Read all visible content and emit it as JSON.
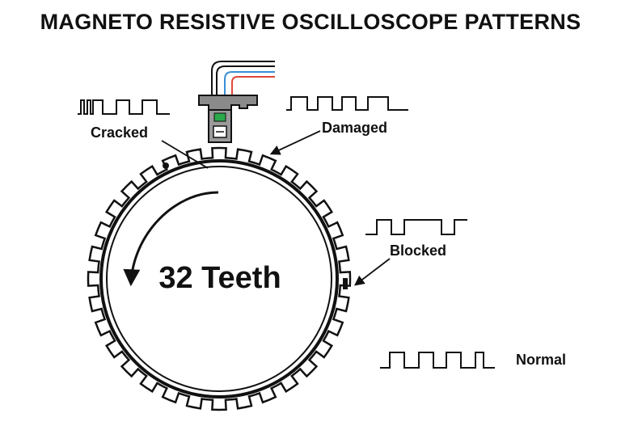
{
  "title": "MAGNETO RESISTIVE OSCILLOSCOPE PATTERNS",
  "center_label": "32 Teeth",
  "tooth_count": 32,
  "labels": {
    "cracked": "Cracked",
    "damaged": "Damaged",
    "blocked": "Blocked",
    "normal": "Normal"
  },
  "colors": {
    "ink": "#111111",
    "sensor_body": "#8a8a8a",
    "wire_red": "#e0483c",
    "wire_blue": "#3a8fd6",
    "wire_green": "#2aa84a"
  }
}
